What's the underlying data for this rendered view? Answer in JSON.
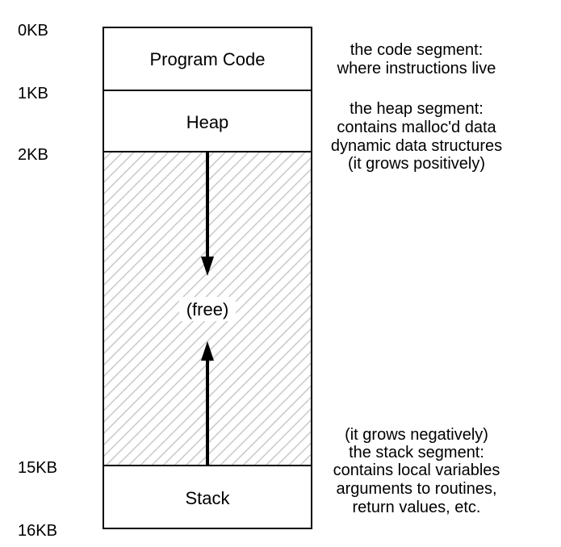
{
  "address_labels": [
    "0KB",
    "1KB",
    "2KB",
    "15KB",
    "16KB"
  ],
  "segments": {
    "code": "Program Code",
    "heap": "Heap",
    "free": "(free)",
    "stack": "Stack"
  },
  "annotations": {
    "code": [
      "the code segment:",
      "where instructions live"
    ],
    "heap": [
      "the heap segment:",
      "contains malloc'd data",
      "dynamic data structures",
      "(it grows positively)"
    ],
    "stack": [
      "(it grows negatively)",
      "the stack segment:",
      "contains local variables",
      "arguments to routines,",
      "return values, etc."
    ]
  },
  "colors": {
    "stroke": "#000000",
    "hatch": "#c8c8c8",
    "background": "#ffffff"
  }
}
